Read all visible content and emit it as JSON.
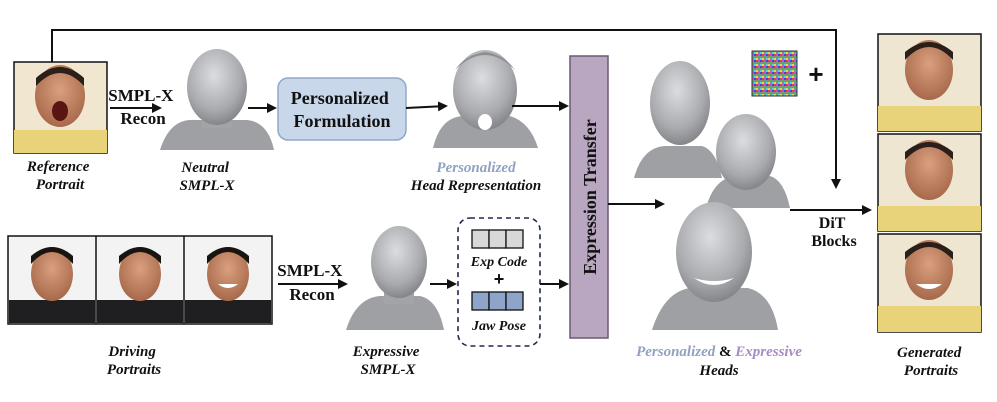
{
  "labels": {
    "reference_portrait": [
      "Reference",
      "Portrait"
    ],
    "smplx_recon_top": [
      "SMPL-X",
      "Recon"
    ],
    "neutral_smplx": [
      "Neutral",
      "SMPL-X"
    ],
    "personalized_formulation": [
      "Personalized",
      "Formulation"
    ],
    "personalized_word": "Personalized",
    "head_representation": "Head Representation",
    "expression_transfer": "Expression Transfer",
    "dit_blocks": [
      "DiT",
      "Blocks"
    ],
    "plus": "+",
    "driving_portraits": [
      "Driving",
      "Portraits"
    ],
    "smplx_recon_bottom": [
      "SMPL-X",
      "Recon"
    ],
    "expressive_smplx": [
      "Expressive",
      "SMPL-X"
    ],
    "exp_code": "Exp Code",
    "jaw_pose": "Jaw Pose",
    "personalized_and": "Personalized",
    "ampersand": "&",
    "expressive_word": "Expressive",
    "heads": "Heads",
    "generated_portraits": [
      "Generated",
      "Portraits"
    ]
  },
  "colors": {
    "formulation_box": "#c9d7ea",
    "formulation_border": "#8fa8c8",
    "transfer_box": "#b9a6c0",
    "transfer_border": "#6a5a72",
    "personalized_text": "#8fa2c2",
    "expressive_text": "#a58cc4",
    "exp_code_cell": "#d8d8d8",
    "jaw_pose_cell": "#8ea4c8",
    "mesh_gray": "#b3b4b8",
    "skin": "#c98f6e",
    "shirt_yellow": "#e8d37a"
  }
}
